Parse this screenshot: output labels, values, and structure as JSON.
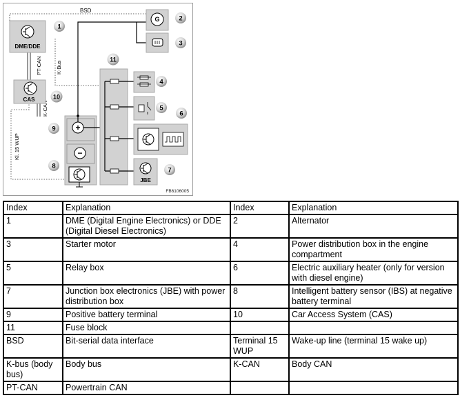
{
  "diagram": {
    "labels": {
      "bsd": "BSD",
      "dme_dde": "DME/DDE",
      "pt_can": "PT-CAN",
      "k_bus": "K-Bus",
      "cas": "CAS",
      "k_can": "K-CAN",
      "kl15wup": "Kl. 15 WUP",
      "jbe": "JBE",
      "generator": "G",
      "plus": "+",
      "minus": "−",
      "figure_code": "FB6106005"
    },
    "callouts": [
      "1",
      "2",
      "3",
      "4",
      "5",
      "6",
      "7",
      "8",
      "9",
      "10",
      "11"
    ]
  },
  "legend": {
    "headers": [
      "Index",
      "Explanation",
      "Index",
      "Explanation"
    ],
    "rows": [
      [
        "1",
        "DME (Digital Engine Electronics) or DDE (Digital Diesel Electronics)",
        "2",
        "Alternator"
      ],
      [
        "3",
        "Starter motor",
        "4",
        "Power distribution box in the engine compartment"
      ],
      [
        "5",
        "Relay box",
        "6",
        "Electric auxiliary heater (only for version with diesel engine)"
      ],
      [
        "7",
        "Junction box electronics (JBE) with power distribution box",
        "8",
        "Intelligent battery sensor (IBS) at negative battery terminal"
      ],
      [
        "9",
        "Positive battery terminal",
        "10",
        "Car Access System (CAS)"
      ],
      [
        "11",
        "Fuse block",
        "",
        ""
      ],
      [
        "BSD",
        "Bit-serial data interface",
        "Terminal 15 WUP",
        "Wake-up line (terminal 15 wake up)"
      ],
      [
        "K-bus (body bus)",
        "Body bus",
        "K-CAN",
        "Body CAN"
      ],
      [
        "PT-CAN",
        "Powertrain CAN",
        "",
        ""
      ]
    ]
  }
}
